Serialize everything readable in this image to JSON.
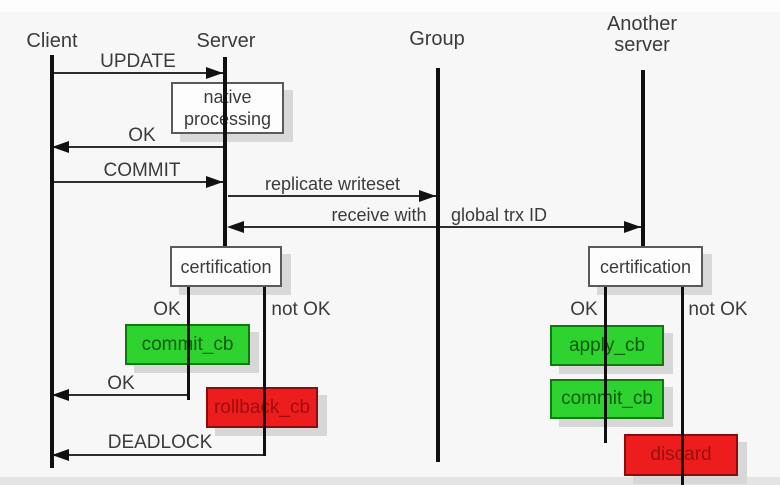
{
  "actors": {
    "client": "Client",
    "server": "Server",
    "group": "Group",
    "another_server_line1": "Another",
    "another_server_line2": "server"
  },
  "messages": {
    "update": "UPDATE",
    "ok_after_native": "OK",
    "commit": "COMMIT",
    "replicate_writeset": "replicate writeset",
    "receive_with": "receive with",
    "global_trx_id": "global trx ID",
    "ok_after_commit": "OK",
    "deadlock": "DEADLOCK"
  },
  "process_boxes": {
    "native_processing": "native processing",
    "certification_left": "certification",
    "certification_right": "certification"
  },
  "callback_boxes": {
    "commit_cb_left": "commit_cb",
    "rollback_cb": "rollback_cb",
    "apply_cb": "apply_cb",
    "commit_cb_right": "commit_cb",
    "discard": "discard"
  },
  "branch_labels": {
    "server_ok": "OK",
    "server_not_ok": "not OK",
    "another_ok": "OK",
    "another_not_ok": "not OK"
  },
  "colors": {
    "success_green": "#2fd32f",
    "failure_red": "#ee1d1d",
    "lifeline_black": "#101010",
    "label_gray": "#3b3b3b"
  }
}
